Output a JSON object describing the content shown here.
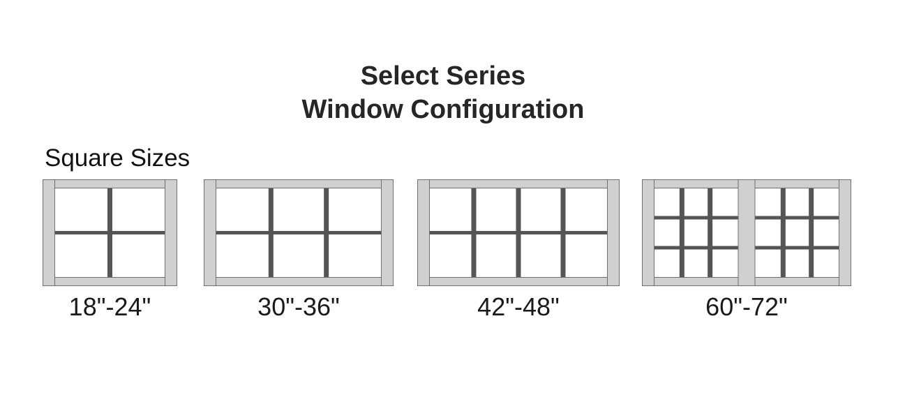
{
  "header": {
    "title_line1": "Select Series",
    "title_line2": "Window Configuration"
  },
  "section": {
    "label": "Square Sizes"
  },
  "windows": [
    {
      "size_label": "18\"-24\"",
      "panes": 1,
      "grid_columns": 2,
      "grid_rows": 2
    },
    {
      "size_label": "30\"-36\"",
      "panes": 1,
      "grid_columns": 3,
      "grid_rows": 2
    },
    {
      "size_label": "42\"-48\"",
      "panes": 1,
      "grid_columns": 4,
      "grid_rows": 2
    },
    {
      "size_label": "60\"-72\"",
      "panes": 2,
      "grid_columns": 3,
      "grid_rows": 3
    }
  ],
  "colors": {
    "frame_fill": "#d0d0d0",
    "frame_stroke": "#6f6f6f",
    "muntin": "#555555",
    "glass": "#ffffff"
  }
}
